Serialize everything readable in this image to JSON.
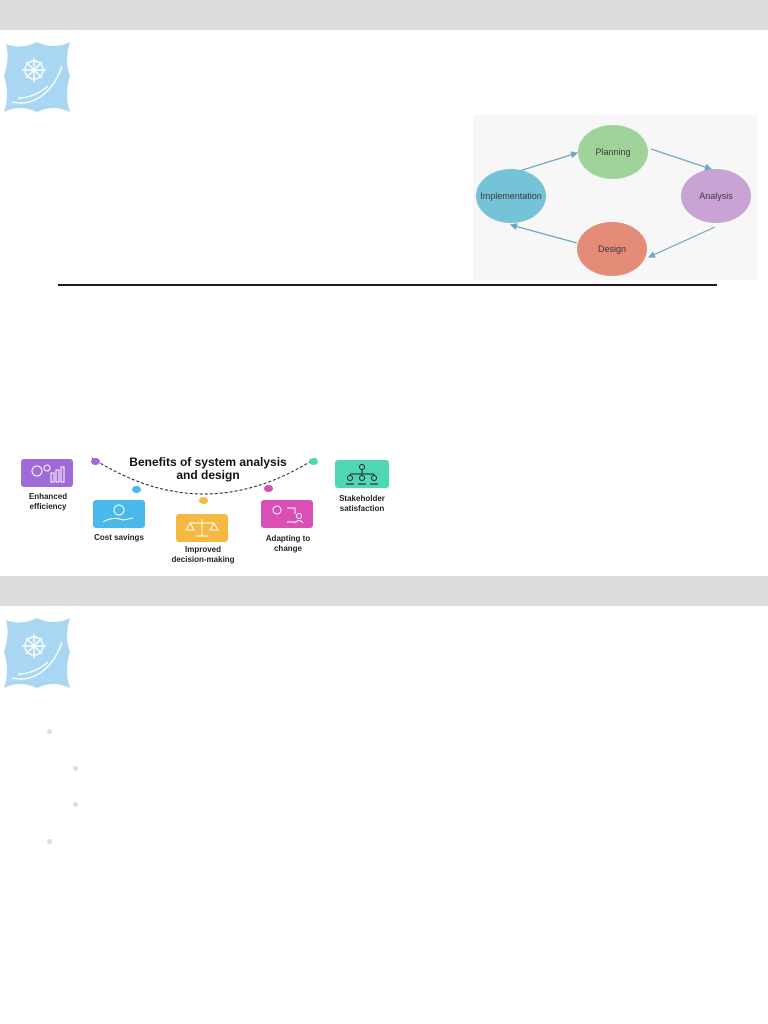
{
  "cycle": {
    "nodes": [
      {
        "label": "Planning",
        "color": "#9fd39a"
      },
      {
        "label": "Analysis",
        "color": "#c9a3d4"
      },
      {
        "label": "Design",
        "color": "#e58c78"
      },
      {
        "label": "Implementation",
        "color": "#74c3d6"
      }
    ],
    "arrow_color": "#6fa8c0"
  },
  "benefits": {
    "title_line1": "Benefits of system analysis",
    "title_line2": "and design",
    "items": [
      {
        "line1": "Enhanced",
        "line2": "efficiency",
        "color": "#a06bd8",
        "icon": "gear-chart-icon"
      },
      {
        "line1": "Cost savings",
        "line2": "",
        "color": "#4ab8ea",
        "icon": "hand-coin-icon"
      },
      {
        "line1": "Improved",
        "line2": "decision-making",
        "color": "#f5b942",
        "icon": "scales-icon"
      },
      {
        "line1": "Adapting to",
        "line2": "change",
        "color": "#d94fb6",
        "icon": "arrows-person-icon"
      },
      {
        "line1": "Stakeholder",
        "line2": "satisfaction",
        "color": "#4fd6b4",
        "icon": "team-thumbs-icon"
      }
    ]
  }
}
